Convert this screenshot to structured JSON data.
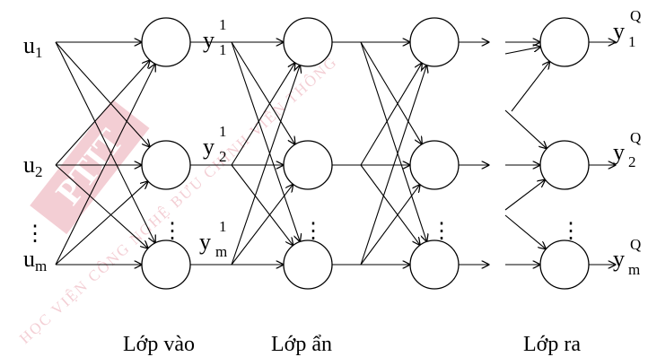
{
  "inputs": [
    {
      "base": "u",
      "sub": "1"
    },
    {
      "base": "u",
      "sub": "2"
    },
    {
      "base": "u",
      "sub": "m"
    }
  ],
  "outputs_layer1": [
    {
      "base": "y",
      "sup": "1",
      "sub": "1"
    },
    {
      "base": "y",
      "sup": "1",
      "sub": "2"
    },
    {
      "base": "y",
      "sup": "1",
      "sub": "m"
    }
  ],
  "outputs_final": [
    {
      "base": "y",
      "sup": "Q",
      "sub": "1"
    },
    {
      "base": "y",
      "sup": "Q",
      "sub": "2"
    },
    {
      "base": "y",
      "sup": "Q",
      "sub": "m"
    }
  ],
  "layer_labels": {
    "input": "Lớp vào",
    "hidden": "Lớp ẩn",
    "output": "Lớp ra"
  },
  "ellipsis": "⋮",
  "watermark": {
    "text": "HỌC VIỆN CÔNG NGHỆ BƯU CHÍNH VIỄN THÔNG",
    "logo": "PTIT",
    "color": "#c8102e"
  }
}
